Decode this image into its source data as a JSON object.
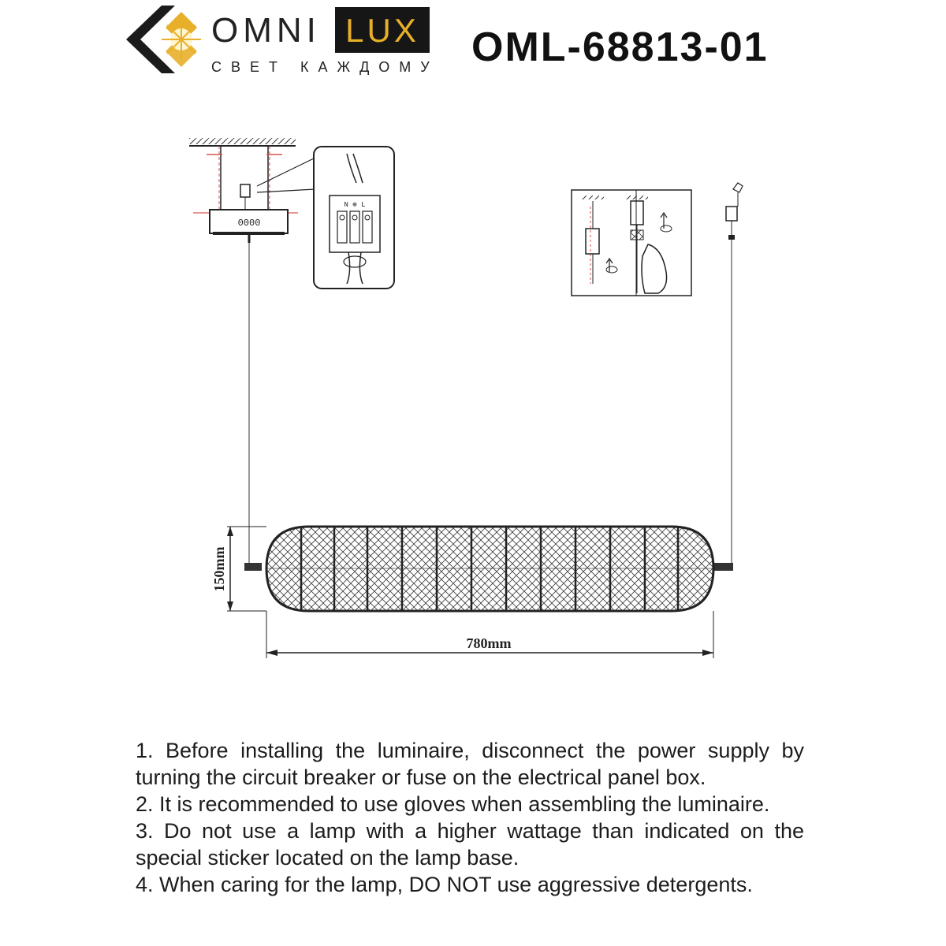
{
  "header": {
    "brand_primary": "OMNI",
    "brand_secondary": "LUX",
    "tagline": "СВЕТ КАЖДОМУ",
    "model": "OML-68813-01",
    "accent_color": "#e8b02a",
    "dark_color": "#161616"
  },
  "drawing": {
    "canopy_label": "0000",
    "terminal_labels": "N ⊕ L",
    "height_label": "150mm",
    "width_label": "780mm",
    "guide_color": "#d9534f"
  },
  "notes": [
    "1. Before installing the luminaire, disconnect the power supply by turning the circuit breaker or fuse on the electrical panel box.",
    "2. It is recommended to use gloves when assembling the luminaire.",
    "3. Do not use a lamp with a higher wattage than indicated on the special sticker located on the lamp base.",
    "4. When caring for the lamp, DO NOT use aggressive detergents."
  ]
}
